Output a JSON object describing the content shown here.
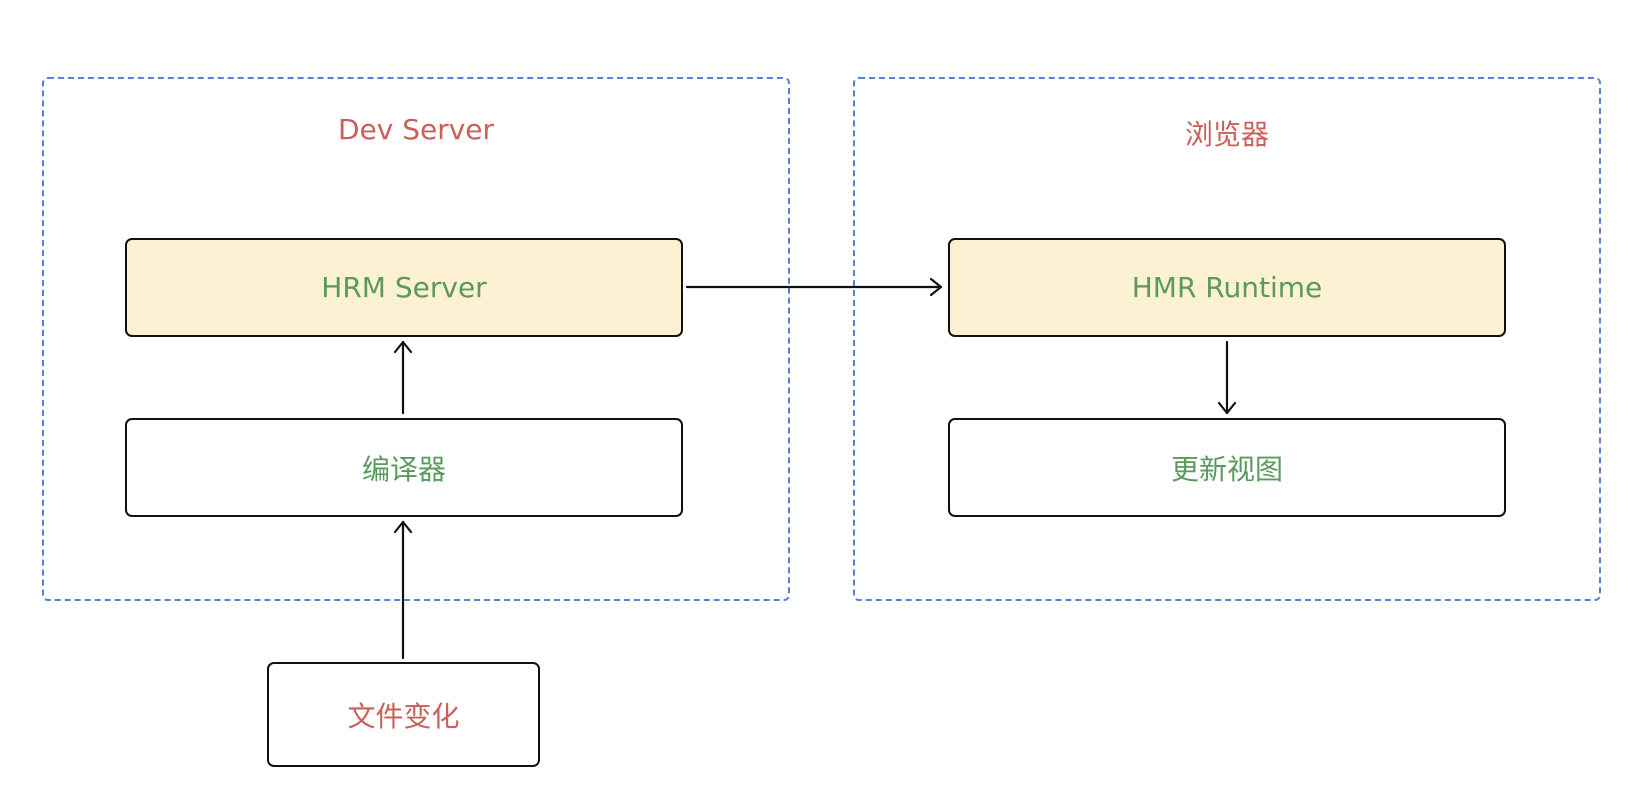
{
  "groups": {
    "dev_server": {
      "title": "Dev Server"
    },
    "browser": {
      "title": "浏览器"
    }
  },
  "nodes": {
    "hrm_server": "HRM Server",
    "compiler": "编译器",
    "file_change": "文件变化",
    "hmr_runtime": "HMR Runtime",
    "update_view": "更新视图"
  },
  "colors": {
    "group_border": "#5b7fd3",
    "group_title": "#c9605a",
    "node_text": "#5a9a5c",
    "node_highlight_fill": "#fcf1d3",
    "file_change_text": "#c9605a",
    "edge": "#111111"
  }
}
